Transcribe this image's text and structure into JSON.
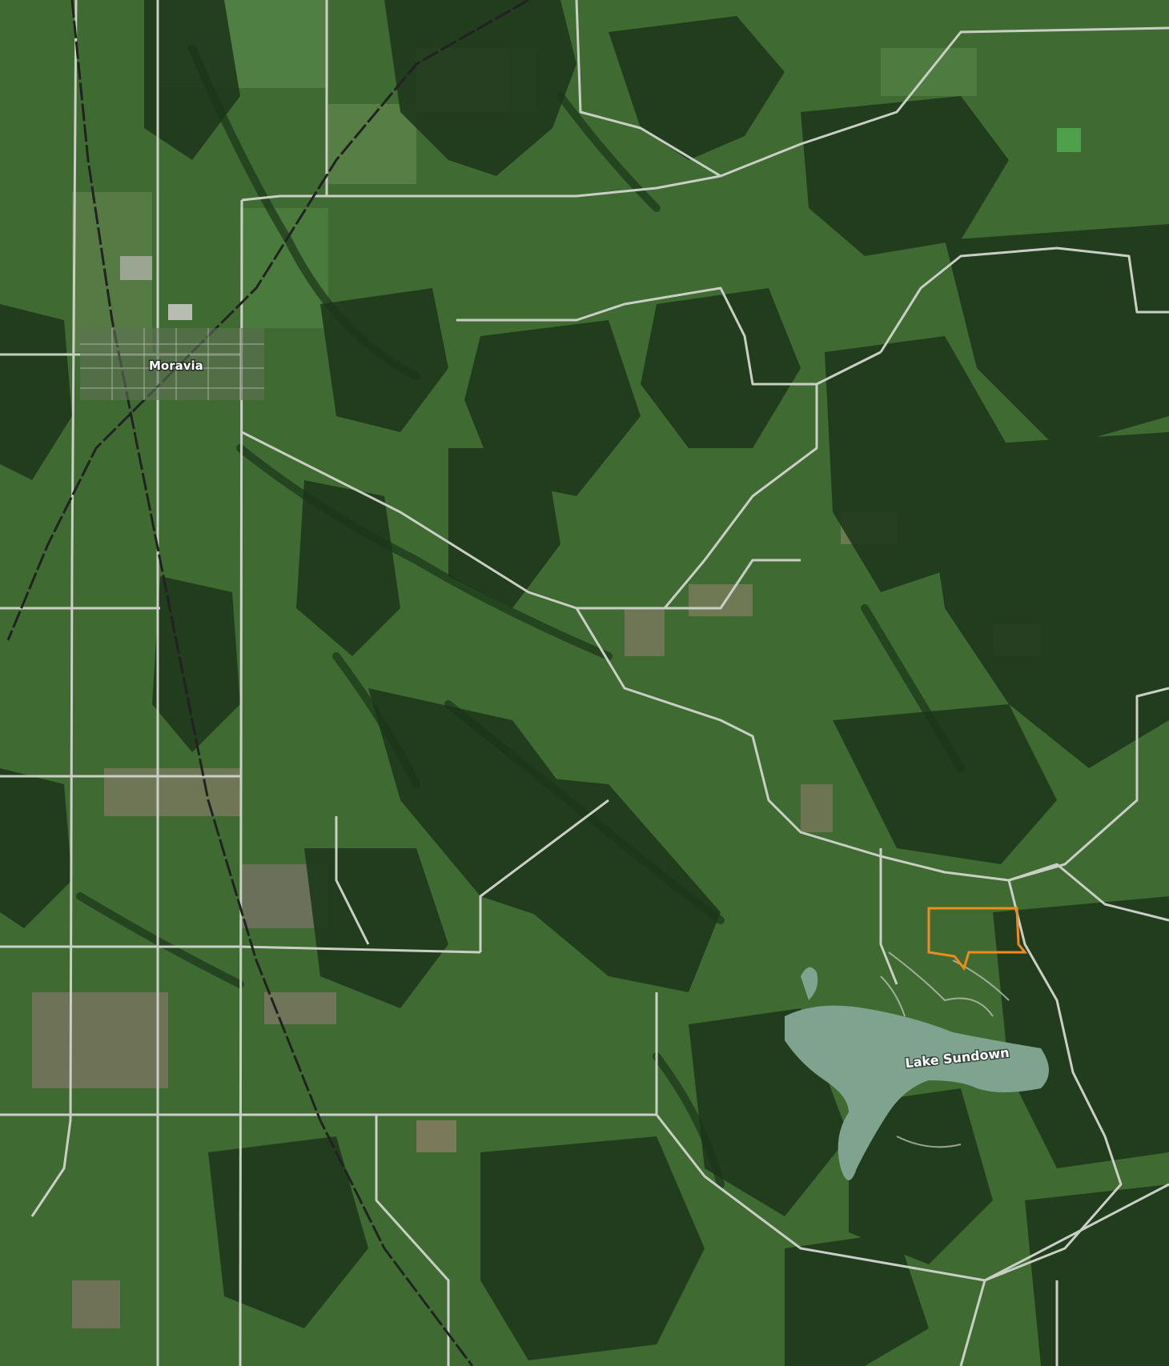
{
  "map": {
    "type": "satellite",
    "labels": {
      "town": "Moravia",
      "lake": "Lake Sundown"
    },
    "highlight": {
      "color": "#f08a1c",
      "description_visible": false
    },
    "colors": {
      "field_base": "#3f6b33",
      "forest": "#1f3a1c",
      "road": "#c9cfc4",
      "water": "#7fa38e",
      "railroad": "#222222"
    }
  }
}
